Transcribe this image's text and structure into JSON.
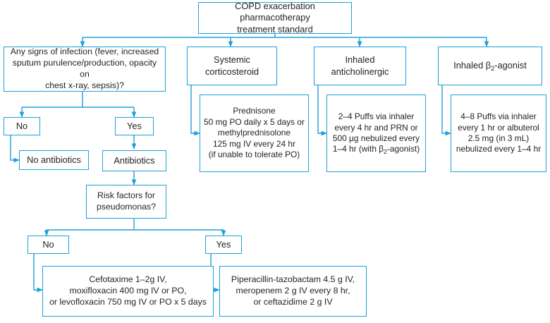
{
  "diagram": {
    "title": "COPD exacerbation pharmacotherapy treatment standard",
    "type": "flowchart",
    "accent_color": "#1fa0d8",
    "text_color": "#231f20",
    "background_color": "#ffffff"
  },
  "nodes": {
    "root": {
      "label": "COPD exacerbation pharmacotherapy\ntreatment standard"
    },
    "infection_question": {
      "label": "Any signs of infection (fever, increased\nsputum purulence/production, opacity on\nchest x-ray, sepsis)?"
    },
    "systemic_corticosteroid": {
      "label": "Systemic\ncorticosteroid"
    },
    "inhaled_anticholinergic": {
      "label": "Inhaled\nanticholinergic"
    },
    "inhaled_beta2_agonist": {
      "label_pre": "Inhaled β",
      "label_sub": "2",
      "label_post": "-agonist"
    },
    "infection_no": {
      "label": "No"
    },
    "infection_yes": {
      "label": "Yes"
    },
    "no_antibiotics": {
      "label": "No antibiotics"
    },
    "antibiotics": {
      "label": "Antibiotics"
    },
    "prednisone_dose": {
      "label": "Prednisone\n50 mg PO daily x 5 days or\nmethylprednisolone\n125 mg IV every 24 hr\n(if unable to tolerate PO)"
    },
    "anticholinergic_dose": {
      "line1": "2–4 Puffs via inhaler",
      "line2": "every 4 hr and PRN or",
      "line3": "500 µg nebulized every",
      "line4_pre": "1–4 hr (with β",
      "line4_sub": "2",
      "line4_post": "-agonist)"
    },
    "beta2_agonist_dose": {
      "label": "4–8 Puffs via inhaler\nevery 1 hr or albuterol\n2.5 mg (in 3 mL)\nnebulized every 1–4 hr"
    },
    "pseudomonas_question": {
      "label": "Risk factors for\npseudomonas?"
    },
    "pseudomonas_no": {
      "label": "No"
    },
    "pseudomonas_yes": {
      "label": "Yes"
    },
    "non_pseudomonal_regimen": {
      "label": "Cefotaxime 1–2g IV,\nmoxifloxacin 400 mg IV or PO,\nor levofloxacin 750 mg IV or PO x 5 days"
    },
    "antipseudomonal_regimen": {
      "label": "Piperacillin-tazobactam 4.5 g IV,\nmeropenem 2 g IV every 8 hr,\nor ceftazidime 2 g IV"
    }
  }
}
